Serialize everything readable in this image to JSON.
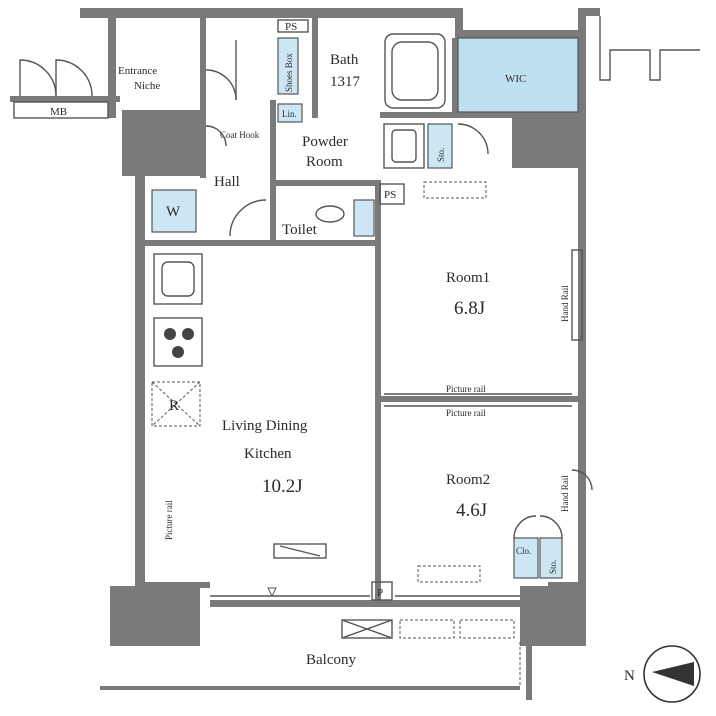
{
  "rooms": {
    "bath_name": "Bath",
    "bath_size": "1317",
    "wic": "WIC",
    "entrance": "Entrance",
    "niche": "Niche",
    "mb": "MB",
    "ps_top": "PS",
    "ps_mid": "PS",
    "ps_balcony": "P",
    "shoes_box": "Shoes Box",
    "lin": "Lin.",
    "coat_hook": "Coat Hook",
    "powder": "Powder",
    "powder_room": "Room",
    "sto_bath": "Sto.",
    "hall": "Hall",
    "washer": "W",
    "toilet": "Toilet",
    "room1_name": "Room1",
    "room1_size": "6.8J",
    "picture_rail_1": "Picture rail",
    "picture_rail_2": "Picture rail",
    "picture_rail_ldk": "Picture rail",
    "hand_rail_1": "Hand Rail",
    "hand_rail_2": "Hand Rail",
    "refrigerator": "R",
    "ldk_line1": "Living Dining",
    "ldk_line2": "Kitchen",
    "ldk_size": "10.2J",
    "room2_name": "Room2",
    "room2_size": "4.6J",
    "clo": "Clo.",
    "sto_room2": "Sto.",
    "balcony": "Balcony"
  },
  "compass": {
    "north": "N"
  },
  "colors": {
    "fixture_fill": "#cde6f3",
    "wall": "#7a7a7a",
    "wic_fill": "#bfe0f0"
  }
}
